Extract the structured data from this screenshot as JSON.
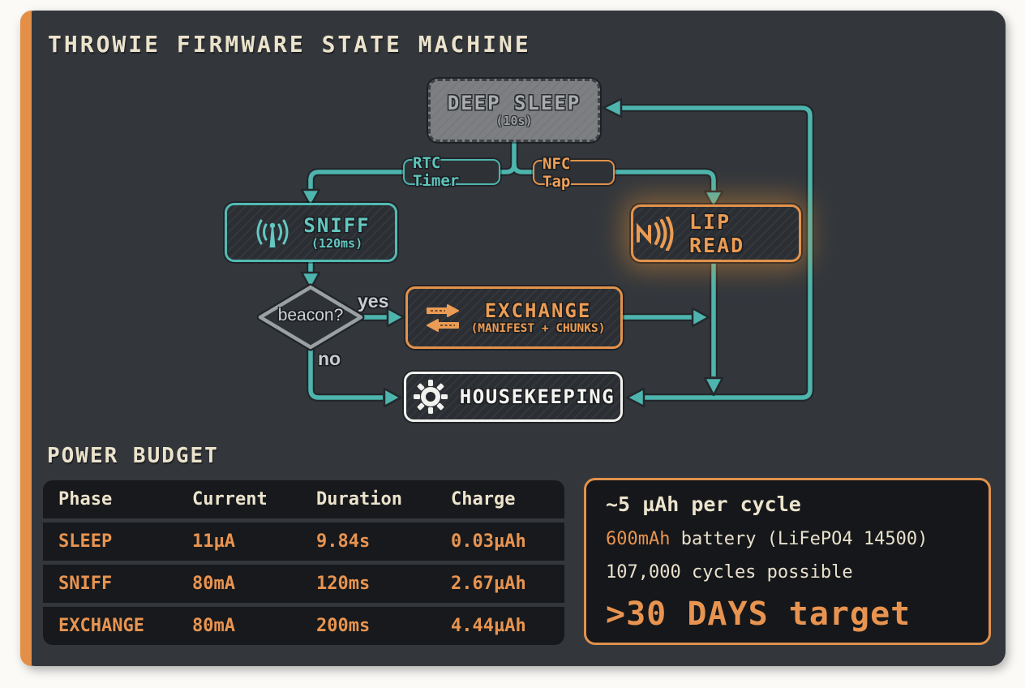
{
  "title": "THROWIE FIRMWARE STATE MACHINE",
  "colors": {
    "accent_teal": "#4db5ae",
    "accent_orange": "#e0914c",
    "cream": "#ece3cc",
    "panel_bg": "#33373c",
    "card_bg": "#17191c"
  },
  "flowchart": {
    "nodes": {
      "deep_sleep": {
        "label": "DEEP SLEEP",
        "sublabel": "(10s)"
      },
      "sniff": {
        "label": "SNIFF",
        "sublabel": "(120ms)",
        "icon": "antenna-icon"
      },
      "lip_read": {
        "label": "LIP READ",
        "icon": "nfc-icon"
      },
      "exchange": {
        "label": "EXCHANGE",
        "sublabel": "(MANIFEST + CHUNKS)",
        "icon": "swap-arrows-icon"
      },
      "housekeeping": {
        "label": "HOUSEKEEPING",
        "icon": "gear-icon"
      },
      "beacon": {
        "label": "beacon?"
      }
    },
    "edge_labels": {
      "rtc_timer": "RTC Timer",
      "nfc_tap": "NFC Tap",
      "yes": "yes",
      "no": "no"
    }
  },
  "power_budget": {
    "heading": "POWER BUDGET",
    "columns": [
      "Phase",
      "Current",
      "Duration",
      "Charge"
    ],
    "rows": [
      {
        "phase": "SLEEP",
        "current": "11µA",
        "duration": "9.84s",
        "charge": "0.03µAh"
      },
      {
        "phase": "SNIFF",
        "current": "80mA",
        "duration": "120ms",
        "charge": "2.67µAh"
      },
      {
        "phase": "EXCHANGE",
        "current": "80mA",
        "duration": "200ms",
        "charge": "4.44µAh"
      }
    ]
  },
  "summary": {
    "per_cycle": "~5 µAh per cycle",
    "battery_value": "600mAh",
    "battery_rest": " battery (LiFePO4 14500)",
    "cycles": "107,000 cycles possible",
    "target": ">30 DAYS target"
  }
}
